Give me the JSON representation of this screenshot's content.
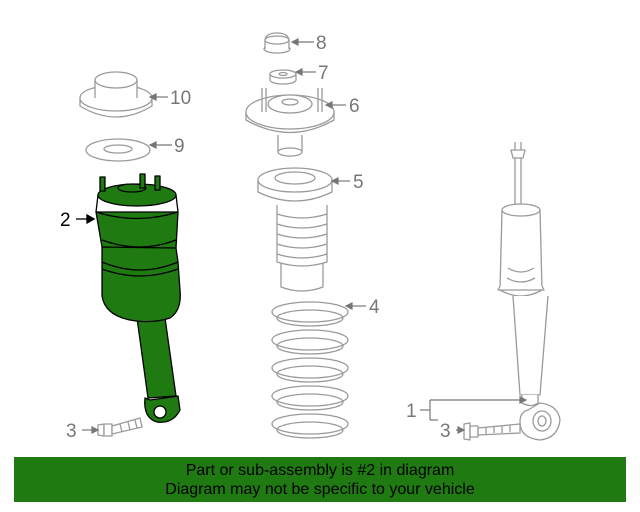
{
  "colors": {
    "highlight_fill": "#1f7a12",
    "line_gray": "#9a9a9a",
    "label_gray": "#777777",
    "label_highlight": "#000000",
    "banner_bg": "#1f7a12"
  },
  "highlighted_part": "2",
  "callouts": {
    "c1": "1",
    "c2": "2",
    "c3_left": "3",
    "c3_right": "3",
    "c4": "4",
    "c5": "5",
    "c6": "6",
    "c7": "7",
    "c8": "8",
    "c9": "9",
    "c10": "10"
  },
  "banner": {
    "line1": "Part or sub-assembly is #2 in diagram",
    "line2": "Diagram may not be specific to your vehicle"
  }
}
